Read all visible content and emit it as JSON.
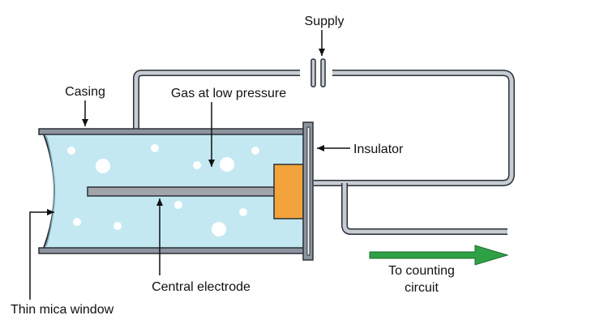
{
  "labels": {
    "supply": "Supply",
    "casing": "Casing",
    "gas": "Gas at low pressure",
    "insulator": "Insulator",
    "central_electrode": "Central electrode",
    "thin_mica_window": "Thin mica window",
    "to_counting_line1": "To counting",
    "to_counting_line2": "circuit"
  },
  "colors": {
    "gas_fill": "#c3e8f2",
    "casing": "#8c94a0",
    "outline": "#2b2f36",
    "electrode": "#a1a5aa",
    "insulator_block": "#f2a33c",
    "wire": "#c6ccd3",
    "arrow": "#2fa145"
  }
}
